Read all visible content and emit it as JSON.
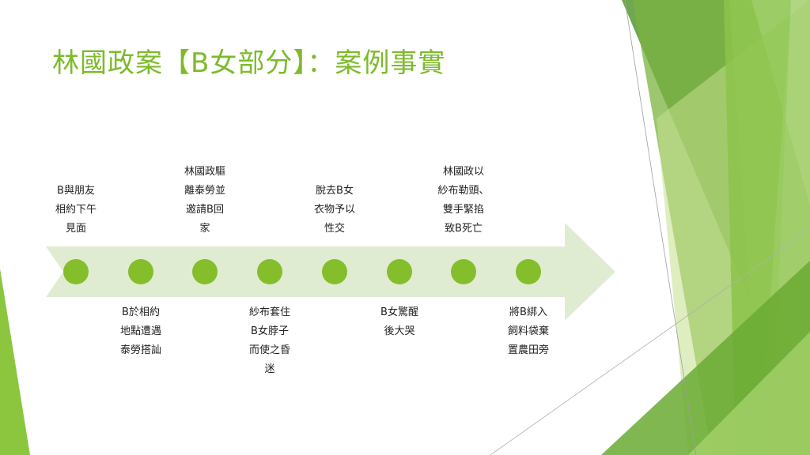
{
  "slide": {
    "title": "林國政案【B女部分】：案例事實",
    "accent_color": "#84be2b",
    "arrow_color": "#dfecd2"
  },
  "timeline": {
    "events": [
      {
        "label": "B與朋友\n相約下午\n見面",
        "position": "top"
      },
      {
        "label": "B於相約\n地點遭遇\n泰勞搭訕",
        "position": "bottom"
      },
      {
        "label": "林國政驅\n離泰勞並\n邀請B回\n家",
        "position": "top"
      },
      {
        "label": "紗布套住\nB女脖子\n而使之昏\n迷",
        "position": "bottom"
      },
      {
        "label": "脫去B女\n衣物予以\n性交",
        "position": "top"
      },
      {
        "label": "B女驚醒\n後大哭",
        "position": "bottom"
      },
      {
        "label": "林國政以\n紗布勒頭、\n雙手緊掐\n致B死亡",
        "position": "top"
      },
      {
        "label": "將B綁入\n飼料袋棄\n置農田旁",
        "position": "bottom"
      }
    ]
  }
}
